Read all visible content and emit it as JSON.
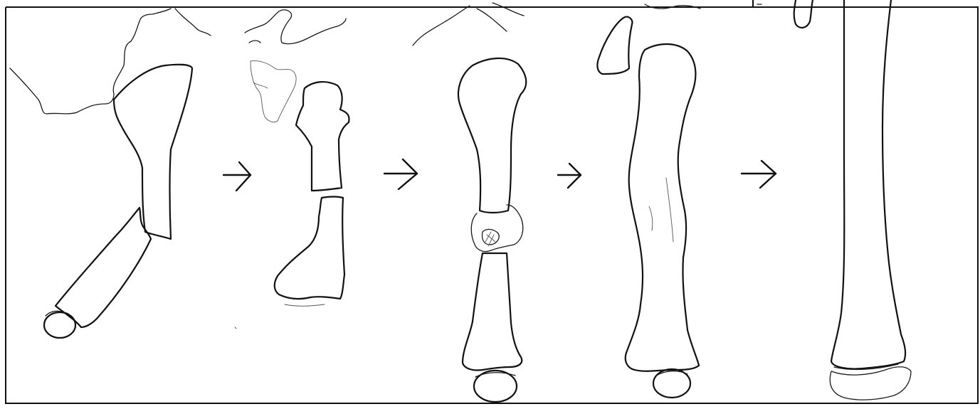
{
  "figure": {
    "panels": [
      {
        "id": "panel-1",
        "depicts": "tibia-femur-initial"
      },
      {
        "id": "panel-2",
        "depicts": "separated-segments"
      },
      {
        "id": "panel-3",
        "depicts": "joined-with-callus"
      },
      {
        "id": "panel-4",
        "depicts": "remodeled-bone"
      },
      {
        "id": "panel-5",
        "depicts": "long-bone-final"
      }
    ],
    "arrows": [
      {
        "name": "arrow-1",
        "glyph": "→"
      },
      {
        "name": "arrow-2",
        "glyph": "→"
      },
      {
        "name": "arrow-3",
        "glyph": "→"
      },
      {
        "name": "arrow-4",
        "glyph": "→"
      }
    ],
    "colors": {
      "ink": "#111111",
      "background": "#ffffff"
    }
  }
}
